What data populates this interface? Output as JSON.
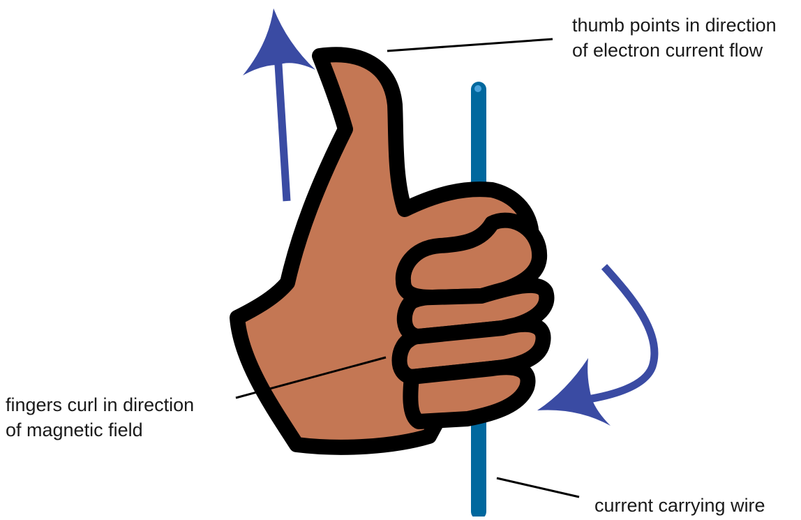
{
  "labels": {
    "thumb": {
      "line1": "thumb points in direction",
      "line2": "of electron current flow"
    },
    "fingers": {
      "line1": "fingers curl in direction",
      "line2": "of magnetic field"
    },
    "wire": {
      "line1": "current carrying wire"
    }
  },
  "colors": {
    "skin": "#C47754",
    "outline": "#000000",
    "wire": "#00689E",
    "wire_tip": "#4BA3DC",
    "arrow": "#3A4BA3",
    "leader_line": "#000000"
  },
  "icons": {
    "thumb_arrow": "arrow-up-icon",
    "curl_arrow": "curved-arrow-icon",
    "hand": "thumbs-up-hand-icon"
  }
}
